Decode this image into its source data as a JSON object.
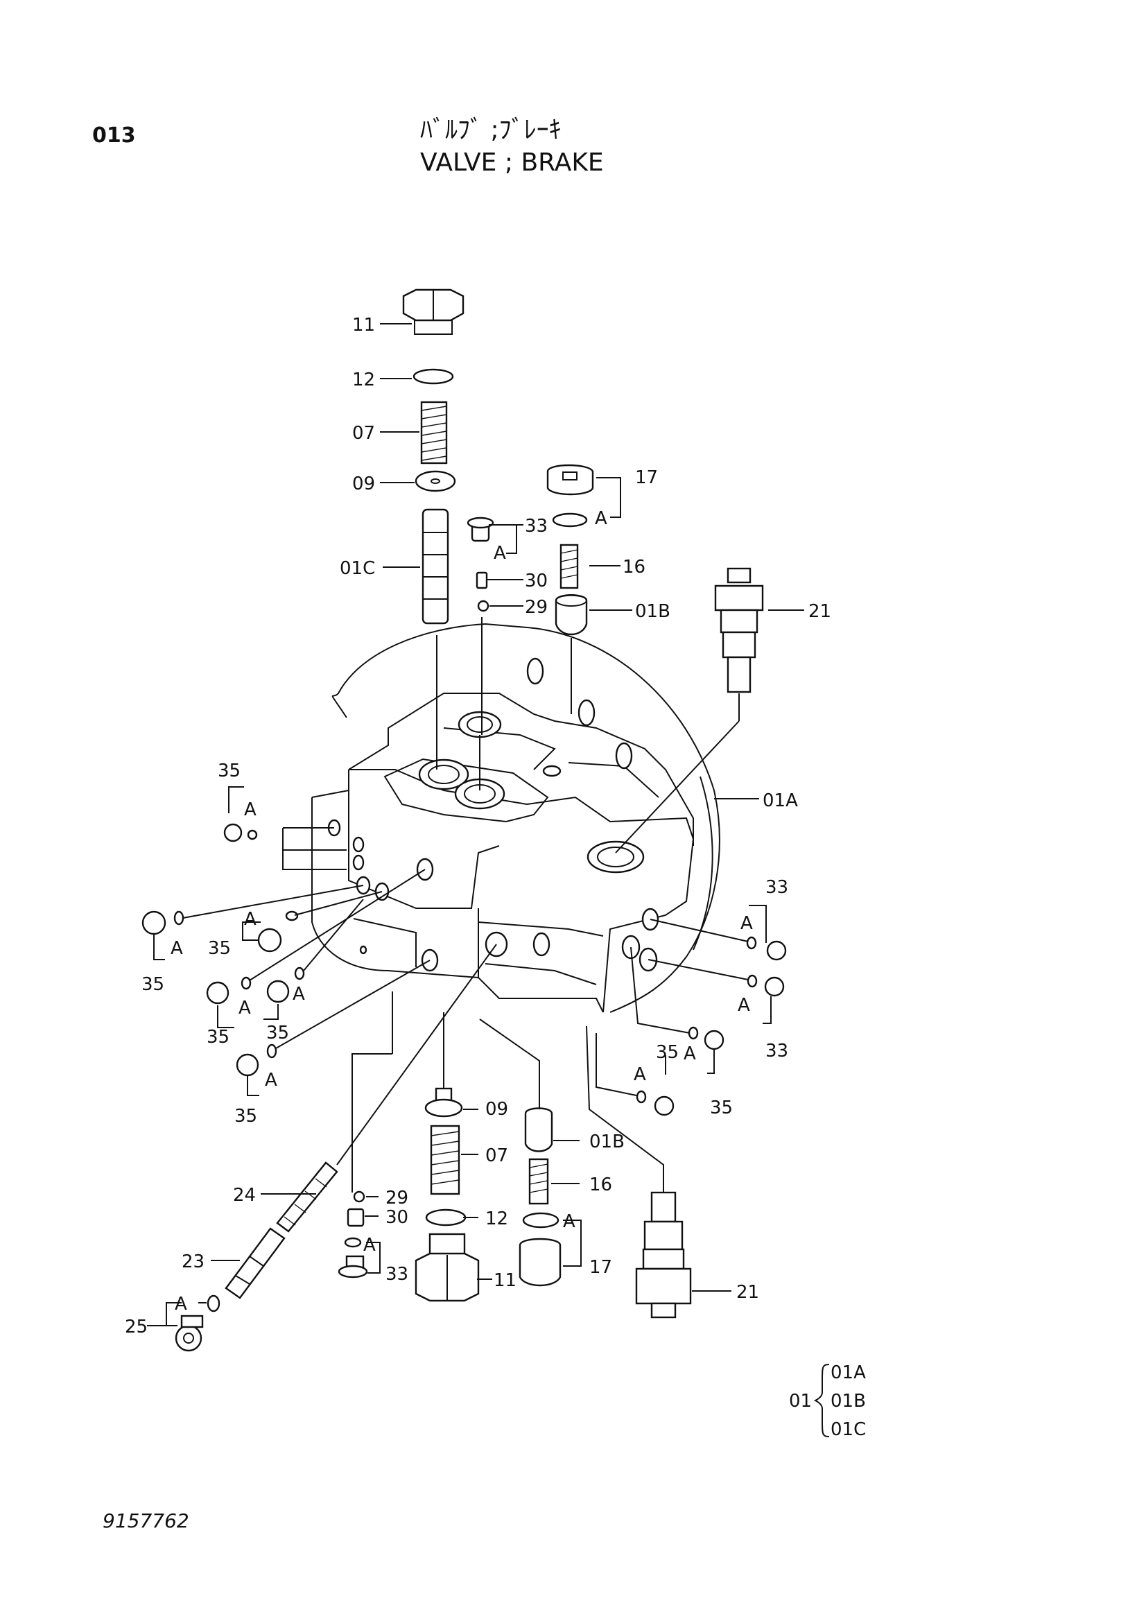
{
  "header": {
    "page_code": "013",
    "title_jp": "ﾊﾞﾙﾌﾞ ;ﾌﾞﾚｰｷ",
    "title_en": "VALVE ; BRAKE"
  },
  "footer": {
    "drawing_number": "9157762"
  },
  "callouts": [
    {
      "id": "c-11-top",
      "label": "11"
    },
    {
      "id": "c-12-top",
      "label": "12"
    },
    {
      "id": "c-07-top",
      "label": "07"
    },
    {
      "id": "c-09-top",
      "label": "09"
    },
    {
      "id": "c-01C",
      "label": "01C"
    },
    {
      "id": "c-33-top",
      "label": "33"
    },
    {
      "id": "c-A-33-top",
      "label": "A"
    },
    {
      "id": "c-30-top",
      "label": "30"
    },
    {
      "id": "c-29-top",
      "label": "29"
    },
    {
      "id": "c-17-top",
      "label": "17"
    },
    {
      "id": "c-A-17-top",
      "label": "A"
    },
    {
      "id": "c-16-top",
      "label": "16"
    },
    {
      "id": "c-01B-top",
      "label": "01B"
    },
    {
      "id": "c-21-top",
      "label": "21"
    },
    {
      "id": "c-01A",
      "label": "01A"
    },
    {
      "id": "c-35-a",
      "label": "35"
    },
    {
      "id": "c-A-35-a",
      "label": "A"
    },
    {
      "id": "c-A-35-b",
      "label": "A"
    },
    {
      "id": "c-35-b",
      "label": "35"
    },
    {
      "id": "c-A-35-c",
      "label": "A"
    },
    {
      "id": "c-35-c",
      "label": "35"
    },
    {
      "id": "c-A-35-d",
      "label": "A"
    },
    {
      "id": "c-35-d",
      "label": "35"
    },
    {
      "id": "c-A-35-e",
      "label": "A"
    },
    {
      "id": "c-35-e",
      "label": "35"
    },
    {
      "id": "c-A-35-f",
      "label": "A"
    },
    {
      "id": "c-35-f",
      "label": "35"
    },
    {
      "id": "c-33-r1",
      "label": "33"
    },
    {
      "id": "c-A-33-r1",
      "label": "A"
    },
    {
      "id": "c-A-33-r2",
      "label": "A"
    },
    {
      "id": "c-33-r2",
      "label": "33"
    },
    {
      "id": "c-35-g",
      "label": "35"
    },
    {
      "id": "c-A-35-g",
      "label": "A"
    },
    {
      "id": "c-A-35-h",
      "label": "A"
    },
    {
      "id": "c-35-h",
      "label": "35"
    },
    {
      "id": "c-09-bot",
      "label": "09"
    },
    {
      "id": "c-01B-bot",
      "label": "01B"
    },
    {
      "id": "c-07-bot",
      "label": "07"
    },
    {
      "id": "c-16-bot",
      "label": "16"
    },
    {
      "id": "c-24",
      "label": "24"
    },
    {
      "id": "c-29-bot",
      "label": "29"
    },
    {
      "id": "c-30-bot",
      "label": "30"
    },
    {
      "id": "c-12-bot",
      "label": "12"
    },
    {
      "id": "c-A-17-bot",
      "label": "A"
    },
    {
      "id": "c-A-33-bot",
      "label": "A"
    },
    {
      "id": "c-23",
      "label": "23"
    },
    {
      "id": "c-33-bot",
      "label": "33"
    },
    {
      "id": "c-11-bot",
      "label": "11"
    },
    {
      "id": "c-17-bot",
      "label": "17"
    },
    {
      "id": "c-21-bot",
      "label": "21"
    },
    {
      "id": "c-A-25",
      "label": "A"
    },
    {
      "id": "c-25",
      "label": "25"
    }
  ],
  "assembly_key": {
    "parent": "01",
    "children": [
      "01A",
      "01B",
      "01C"
    ]
  }
}
